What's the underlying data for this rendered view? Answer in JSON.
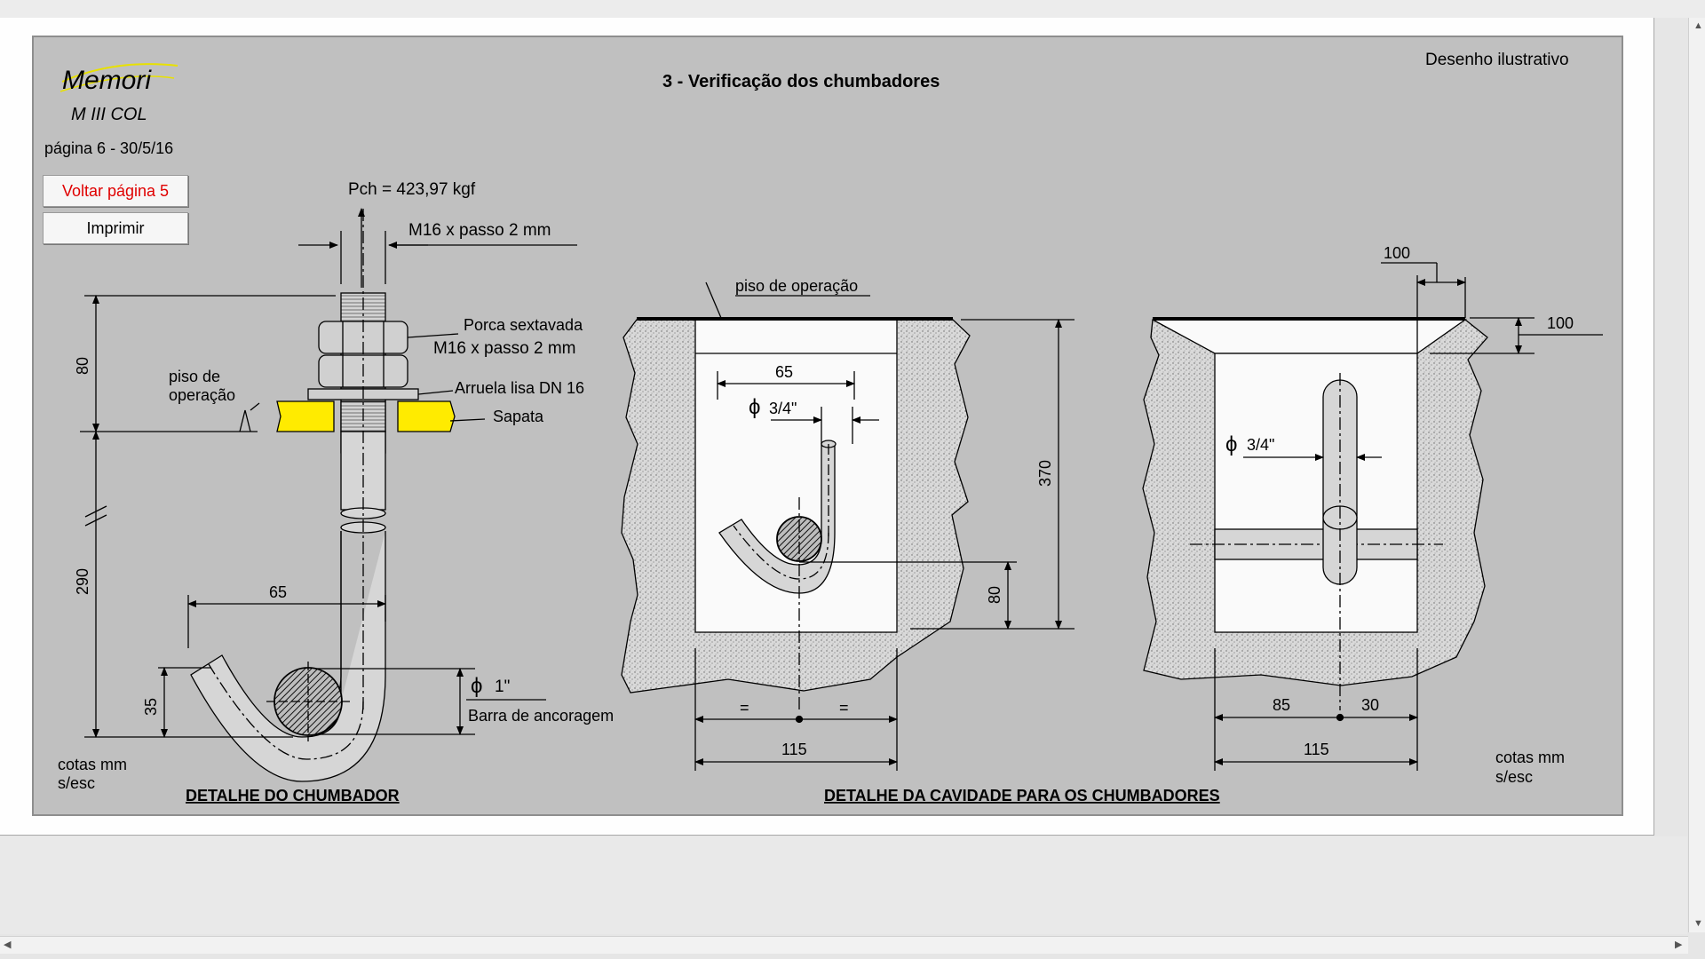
{
  "brand": {
    "logo": "Memori",
    "subtitle": "M III COL"
  },
  "page_info": "página 6 -   30/5/16",
  "title": "3 - Verificação dos chumbadores",
  "note_top": "Desenho ilustrativo",
  "buttons": {
    "back": "Voltar página 5",
    "print": "Imprimir"
  },
  "detail1": {
    "force": "Pch = 423,97 kgf",
    "thread": "M16 x passo 2 mm",
    "nut_label_1": "Porca sextavada",
    "nut_label_2": "M16 x passo 2 mm",
    "washer_label": "Arruela lisa DN 16",
    "plate_label": "Sapata",
    "floor_label_1": "piso de",
    "floor_label_2": "operação",
    "dim_80": "80",
    "dim_290": "290",
    "dim_65": "65",
    "dim_35": "35",
    "phi": "ϕ",
    "bar_dia": "1\"",
    "bar_label": "Barra de ancoragem",
    "units_1": "cotas mm",
    "units_2": "s/esc",
    "caption": "DETALHE DO CHUMBADOR"
  },
  "detail2": {
    "floor_label": "piso de operação",
    "dim_65": "65",
    "phi": "ϕ",
    "dia": "3/4\"",
    "dim_370": "370",
    "dim_80": "80",
    "eq": "=",
    "dim_115": "115",
    "caption": "DETALHE DA CAVIDADE PARA OS CHUMBADORES"
  },
  "detail3": {
    "dim_100_top": "100",
    "dim_100_side": "100",
    "phi": "ϕ",
    "dia": "3/4\"",
    "dim_85": "85",
    "dim_30": "30",
    "dim_115": "115",
    "units_1": "cotas mm",
    "units_2": "s/esc"
  },
  "colors": {
    "sheet": "#c0c0c0",
    "plate": "#ffeb00",
    "back_button_text": "#e00000"
  }
}
